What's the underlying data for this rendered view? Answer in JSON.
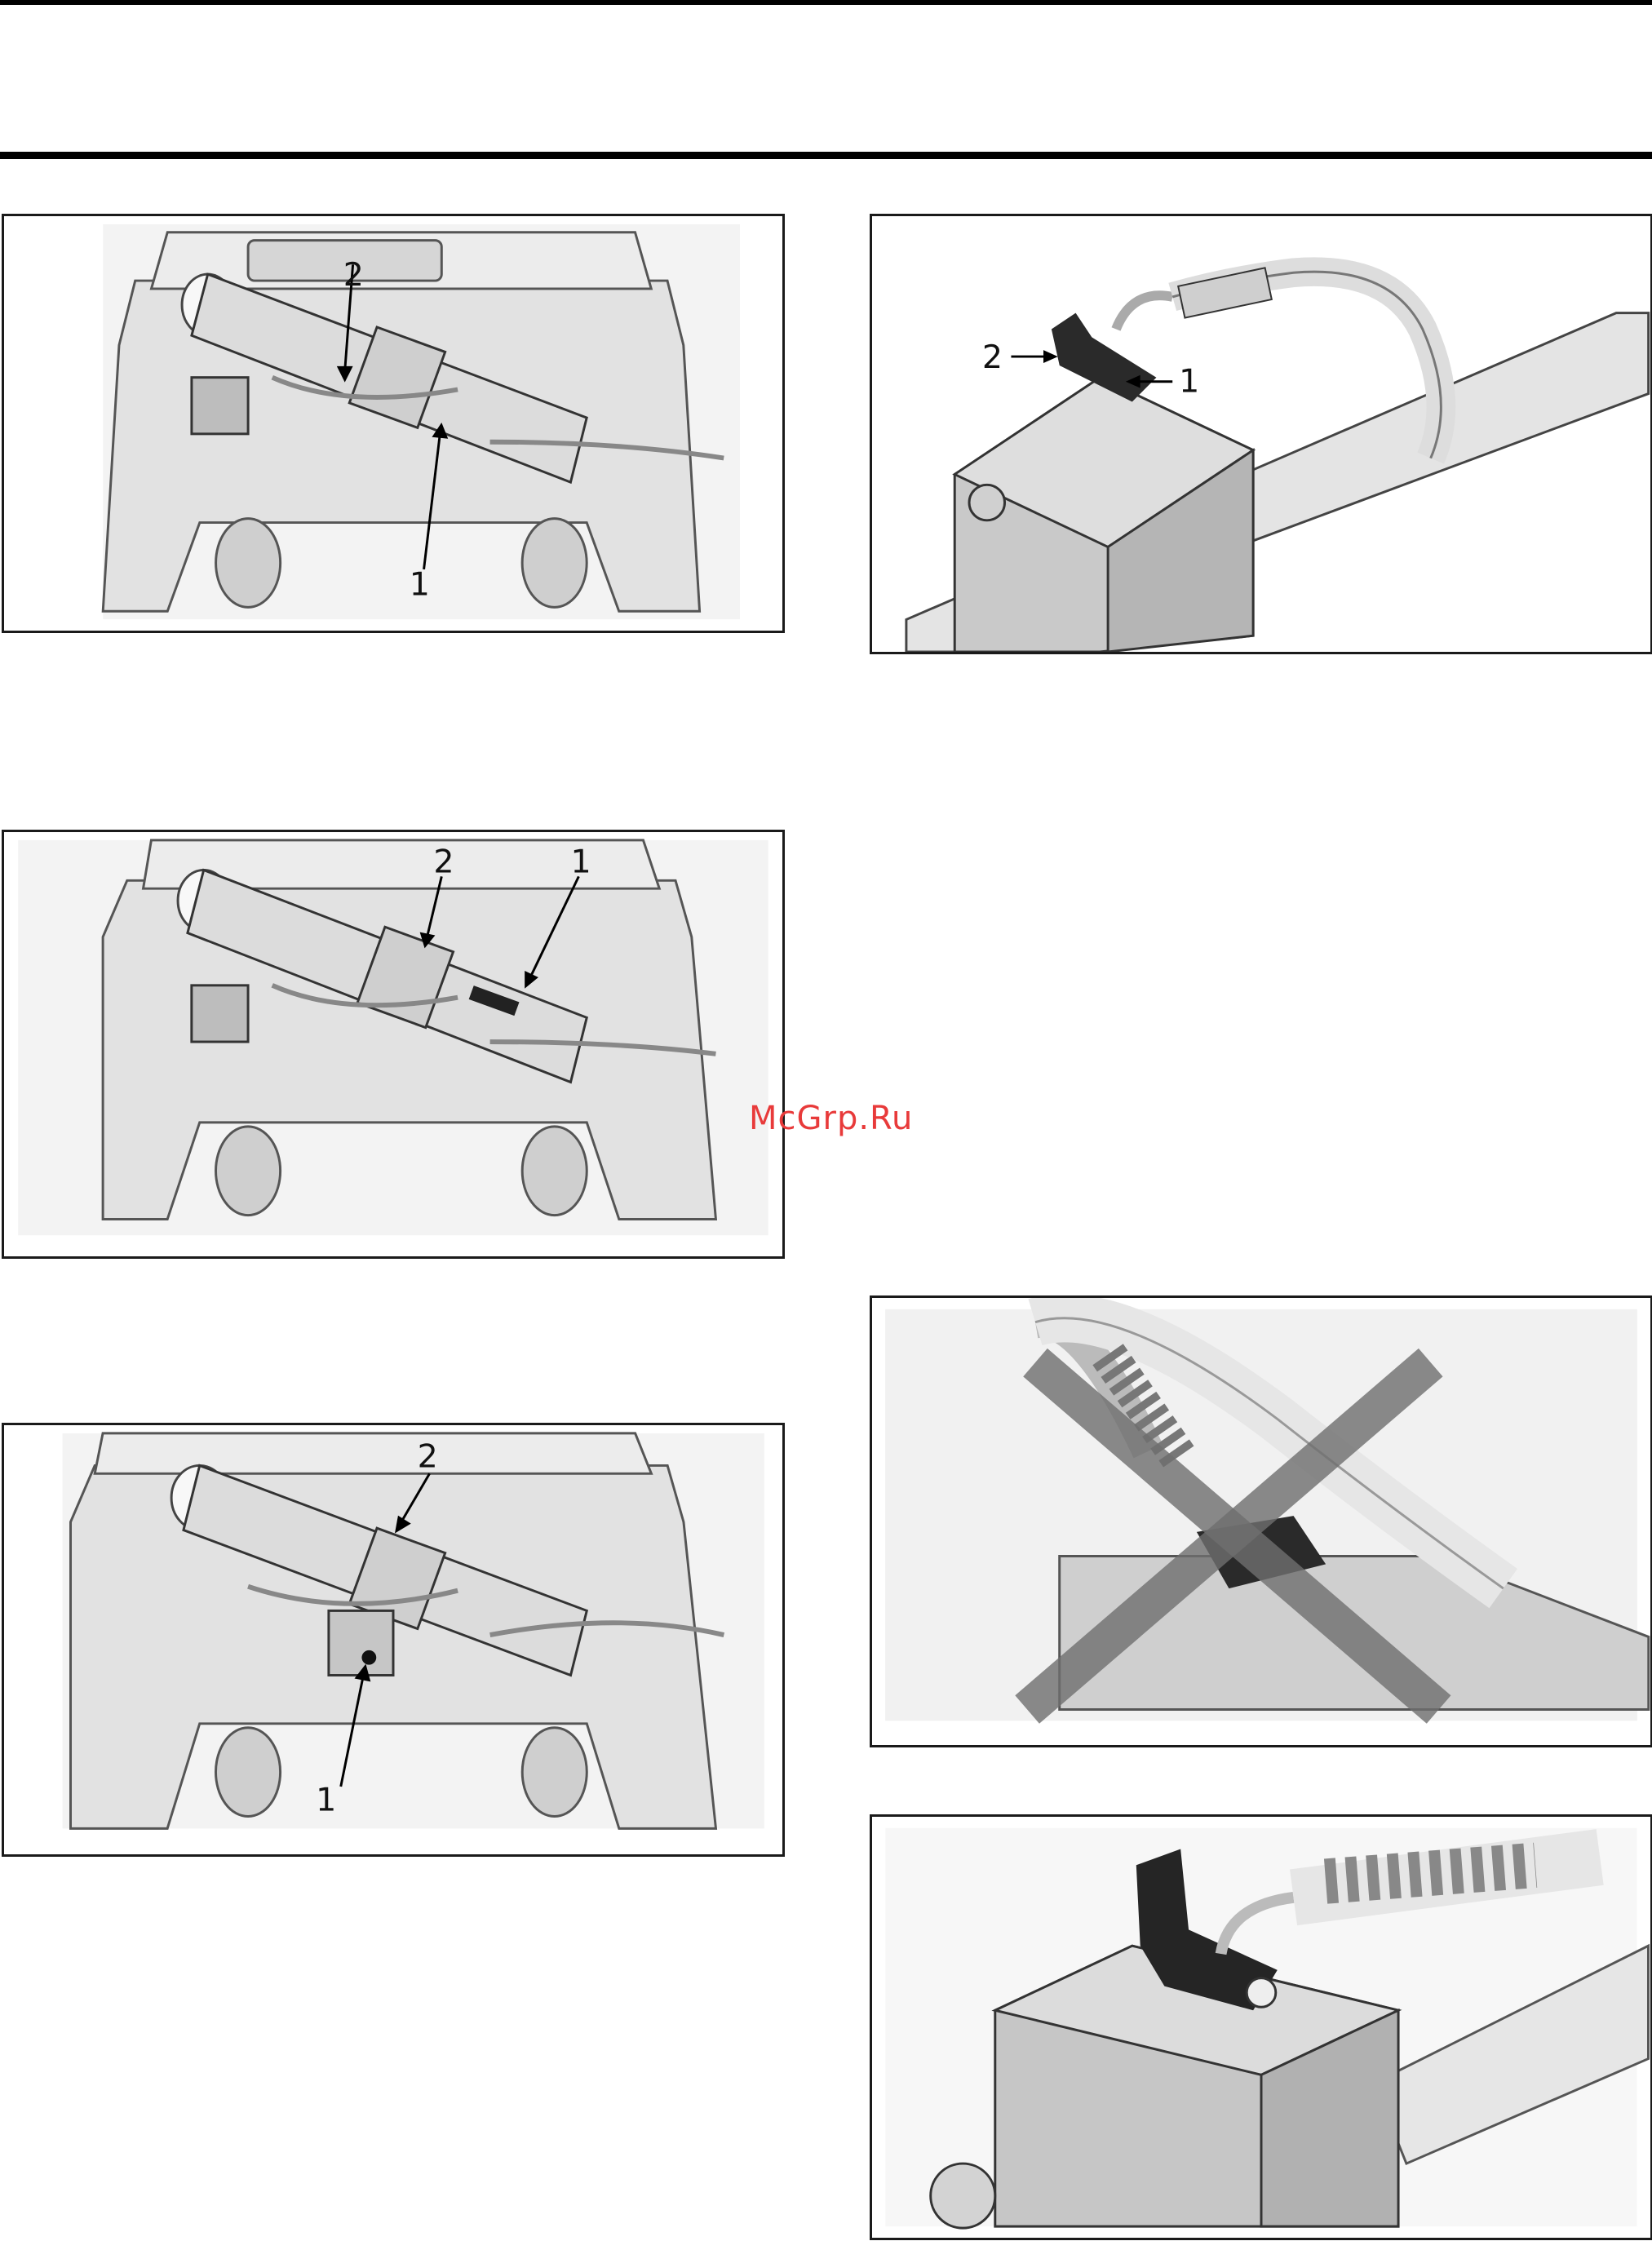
{
  "figures": [
    {
      "id": "fig-a",
      "callouts": [
        "1",
        "2"
      ]
    },
    {
      "id": "fig-b",
      "callouts": [
        "1",
        "2"
      ]
    },
    {
      "id": "fig-c",
      "callouts": [
        "1",
        "2"
      ]
    },
    {
      "id": "fig-d",
      "callouts": [
        "1",
        "2"
      ]
    },
    {
      "id": "fig-e",
      "callouts": []
    },
    {
      "id": "fig-f",
      "callouts": []
    }
  ],
  "watermark": "McGrp.Ru"
}
